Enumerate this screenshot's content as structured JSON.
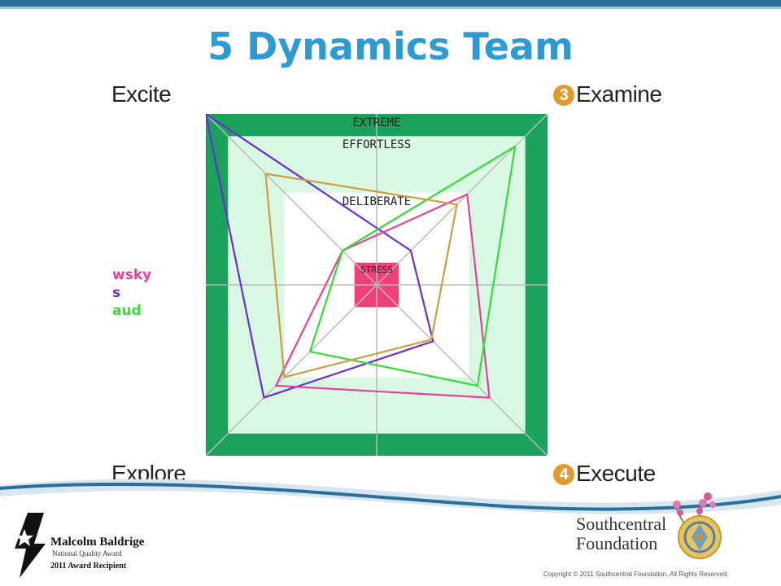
{
  "slide": {
    "title": "5 Dynamics Team",
    "corners": {
      "top_left": "Excite",
      "top_right": "Examine",
      "top_right_num": "3",
      "bottom_left": "Explore",
      "bottom_right": "Execute",
      "bottom_right_num": "4"
    },
    "legend_fragments": [
      {
        "text": "wsky",
        "color": "#e8409a"
      },
      {
        "text": "s",
        "color": "#6a2dd8"
      },
      {
        "text": "aud",
        "color": "#33dd33"
      }
    ],
    "footer": {
      "baldrige_line1": "Malcolm Baldrige",
      "baldrige_line2": "National Quality Award",
      "baldrige_line3": "2011 Award Recipient",
      "org_line1": "Southcentral",
      "org_line2": "Foundation",
      "copyright": "Copyright © 2011 Southcentral Foundation. All Rights Reserved."
    }
  },
  "chart_data": {
    "type": "radar",
    "axes": [
      "Excite",
      "Examine",
      "Execute",
      "Explore"
    ],
    "levels": [
      "EXTREME",
      "EFFORTLESS",
      "DELIBERATE",
      "STRESS"
    ],
    "level_radius": {
      "STRESS": 0.13,
      "DELIBERATE": 0.54,
      "EFFORTLESS": 0.87,
      "EXTREME": 1.0
    },
    "range": [
      0,
      1
    ],
    "series": [
      {
        "color": "#6a2dd8",
        "values": [
          1.0,
          0.2,
          0.33,
          0.66
        ]
      },
      {
        "color": "#e8409a",
        "values": [
          0.2,
          0.53,
          0.66,
          0.59
        ]
      },
      {
        "color": "#33dd33",
        "values": [
          0.2,
          0.81,
          0.59,
          0.39
        ]
      },
      {
        "color": "#c8a040",
        "values": [
          0.65,
          0.47,
          0.32,
          0.54
        ]
      }
    ],
    "colors": {
      "extreme": "#1aa15a",
      "effortless": "#d8f8e4",
      "deliberate": "#ffffff",
      "stress": "#f0407a",
      "axis": "#bbbbbb"
    }
  }
}
